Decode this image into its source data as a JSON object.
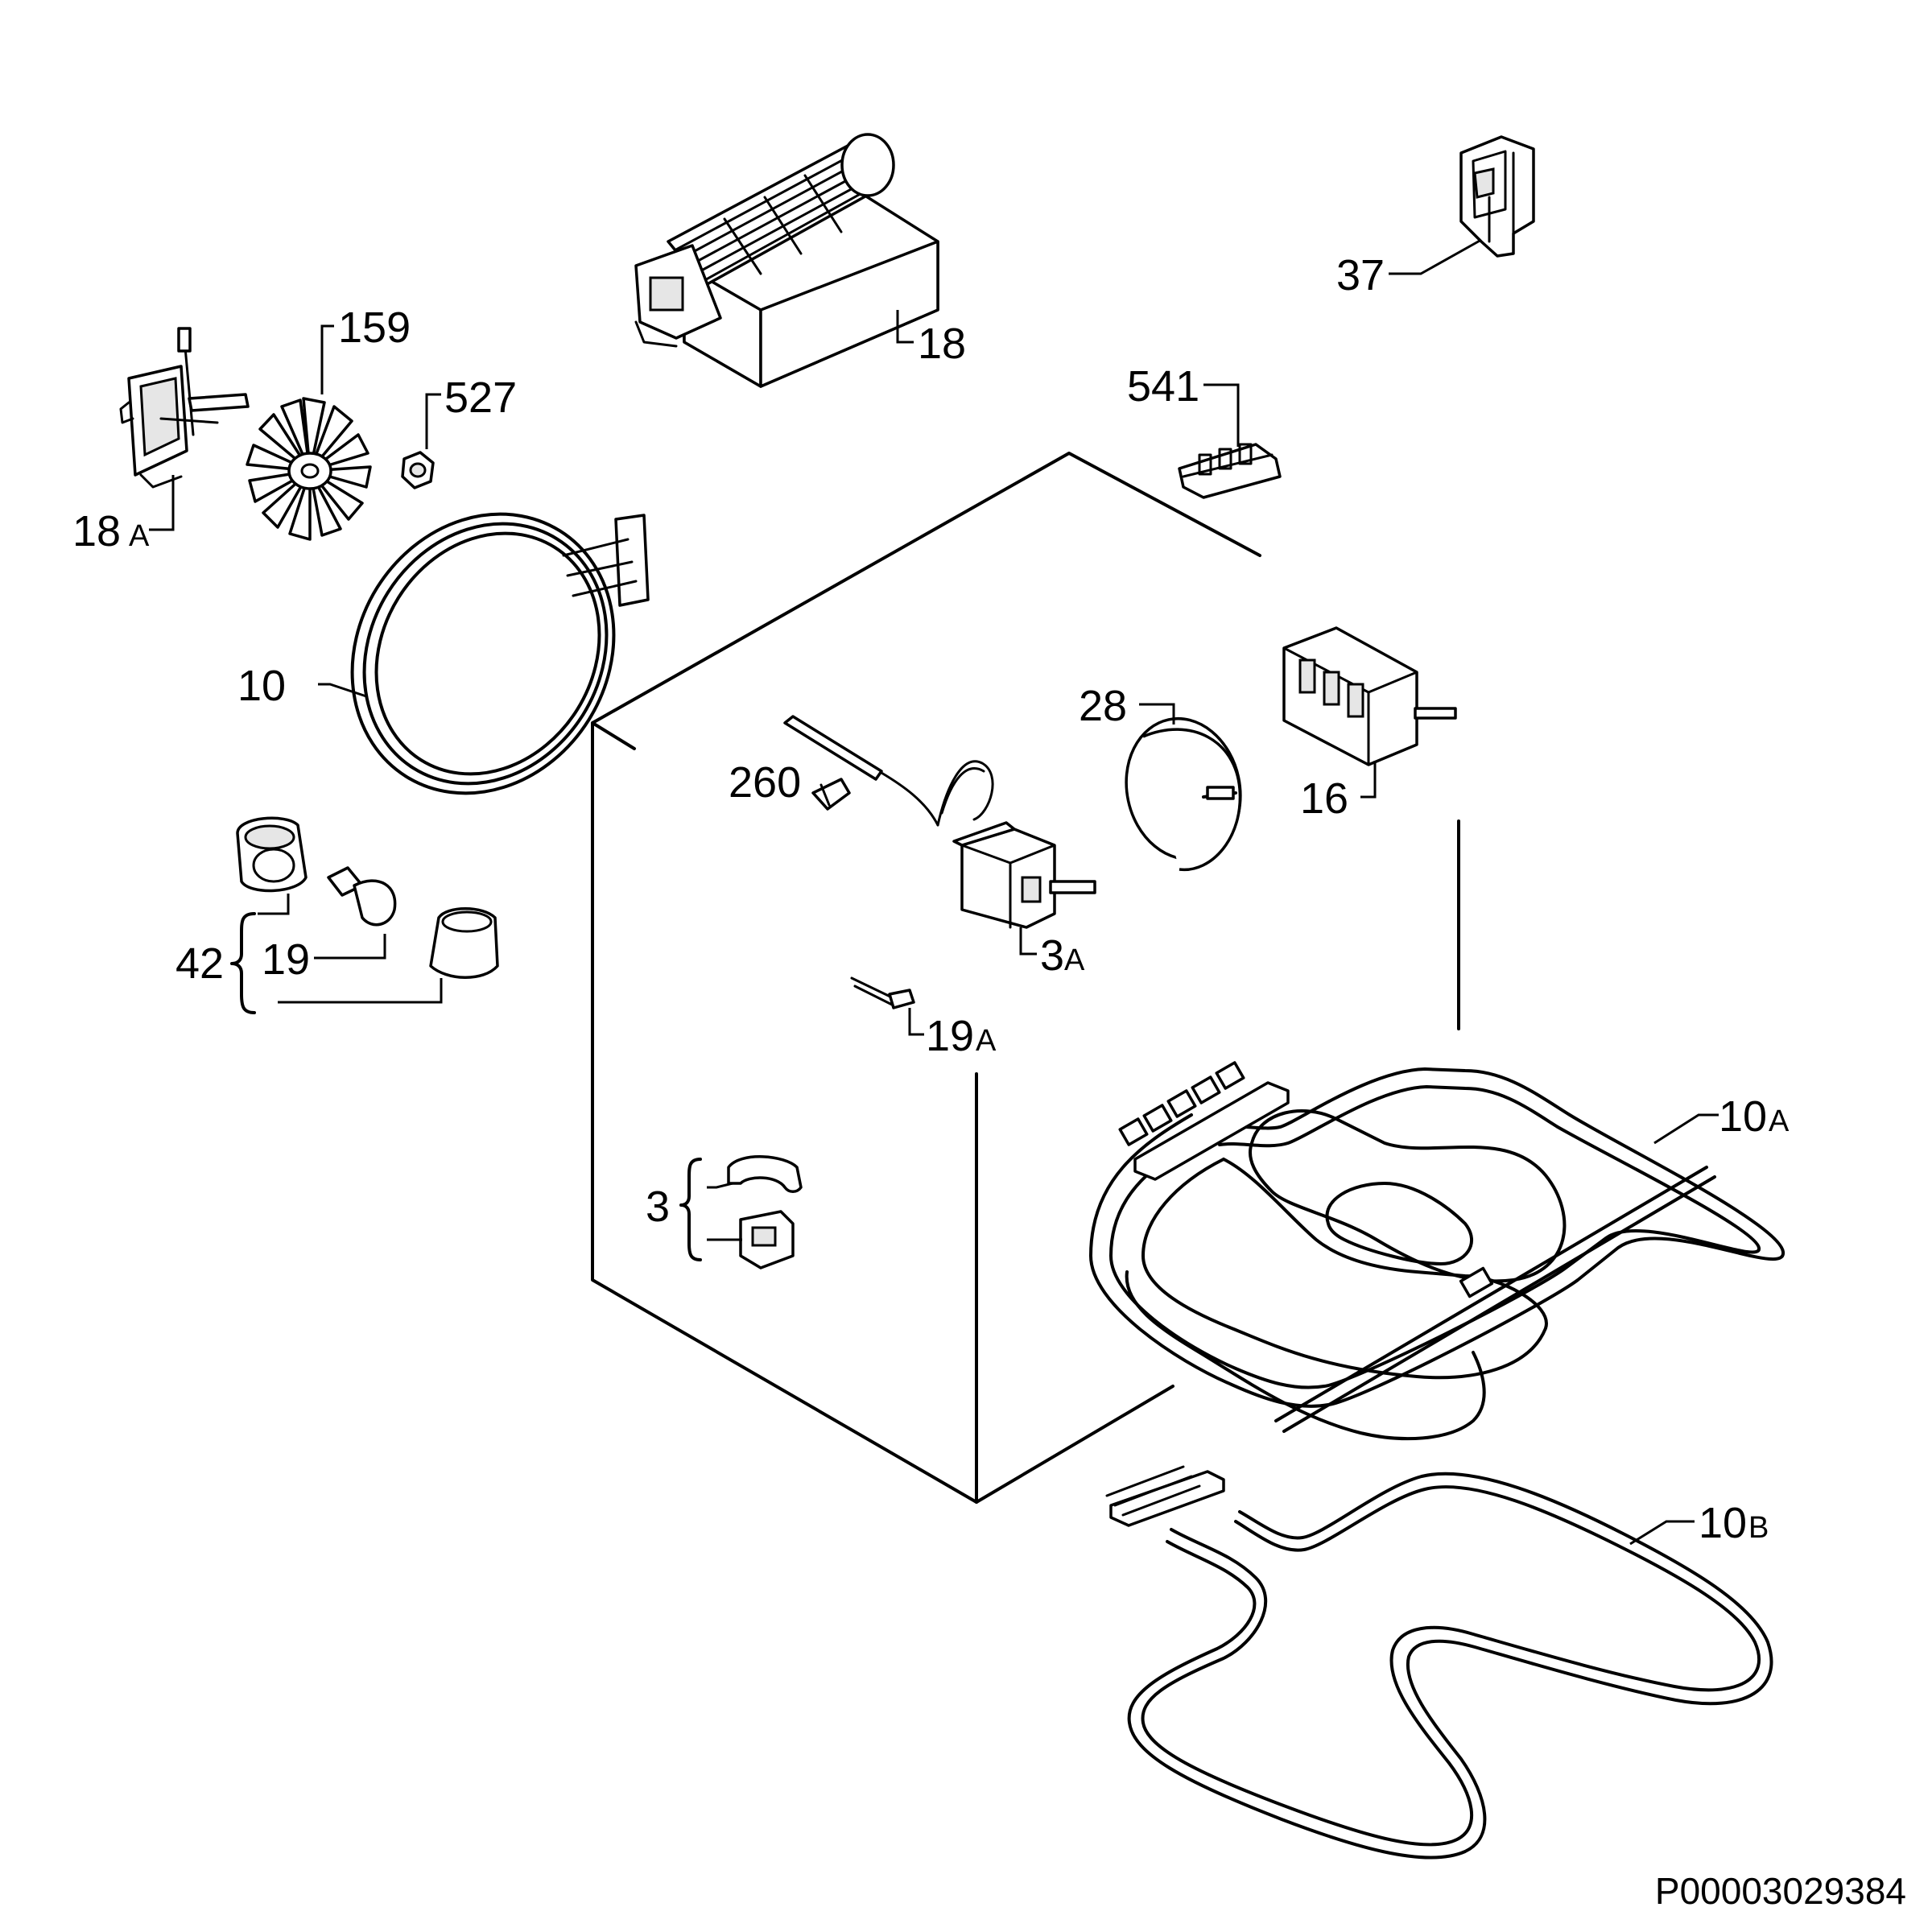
{
  "labels": {
    "l18a_num": "18",
    "l18a_suf": "A",
    "l159": "159",
    "l527": "527",
    "l18": "18",
    "l541": "541",
    "l37": "37",
    "l10": "10",
    "l28": "28",
    "l16": "16",
    "l260": "260",
    "l3a_num": "3",
    "l3a_suf": "A",
    "l42": "42",
    "l19": "19",
    "l19a_num": "19",
    "l19a_suf": "A",
    "l10a_num": "10",
    "l10a_suf": "A",
    "l3": "3",
    "l10b_num": "10",
    "l10b_suf": "B"
  },
  "drawing_code": "P00003029384",
  "icons": {
    "fan-motor": "fan-motor-icon",
    "fan-blade": "fan-blade-icon",
    "nut": "nut-icon",
    "tangential-fan": "tangential-fan-icon",
    "terminal-block": "terminal-block-icon",
    "microswitch": "microswitch-icon",
    "circular-element": "circular-heating-element-icon",
    "thermostat": "thermostat-icon",
    "timer": "timer-icon",
    "selector-switch": "selector-switch-icon",
    "thermostat-bulb": "thermostat-bulb-icon",
    "lamp-holder": "lamp-holder-icon",
    "lamp": "lamp-bulb-icon",
    "lamp-cover": "lamp-cover-icon",
    "thermal-cutout": "thermal-cutout-icon",
    "grill-element": "grill-element-icon",
    "bottom-element": "bottom-element-icon",
    "oven-cavity": "oven-cavity-icon"
  }
}
